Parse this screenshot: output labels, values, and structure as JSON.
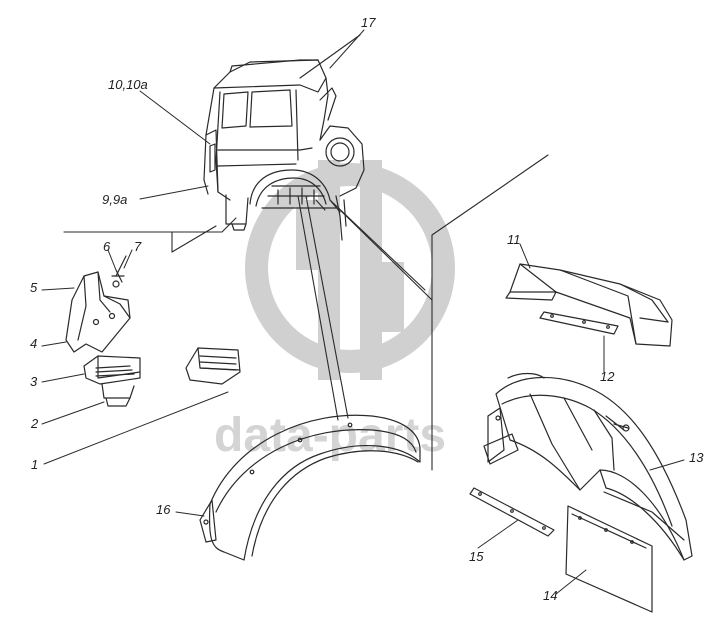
{
  "watermark": {
    "text": "data-parts",
    "logo_icon": "data-parts-logo-icon",
    "color": "#cfcfcf"
  },
  "callouts": {
    "c1": "1",
    "c2": "2",
    "c3": "3",
    "c4": "4",
    "c5": "5",
    "c6": "6",
    "c7": "7",
    "c9": "9,9a",
    "c10": "10,10a",
    "c11": "11",
    "c12": "12",
    "c13": "13",
    "c14": "14",
    "c15": "15",
    "c16": "16",
    "c17": "17"
  },
  "colors": {
    "line": "#2a2a2a",
    "background": "#ffffff"
  }
}
